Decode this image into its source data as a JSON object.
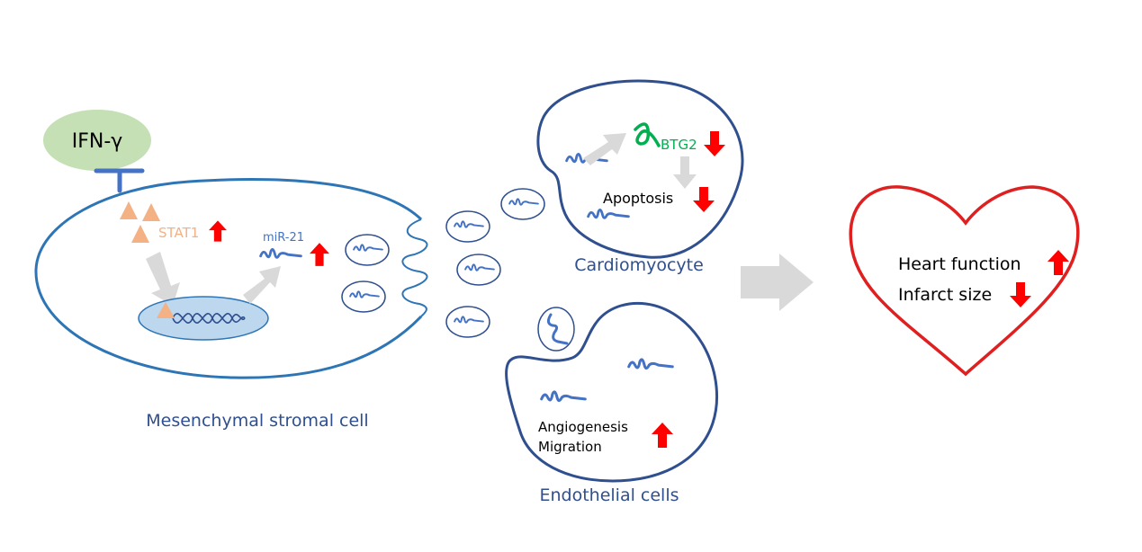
{
  "ifn": "IFN-γ",
  "stat1": "STAT1",
  "mir21": "miR-21",
  "btg2": "BTG2",
  "apoptosis": "Apoptosis",
  "angiogenesis": "Angiogenesis",
  "migration": "Migration",
  "msc": "Mesenchymal stromal cell",
  "cardiomyocyte": "Cardiomyocyte",
  "endothelial": "Endothelial cells",
  "heart_function": "Heart function",
  "infarct_size": "Infarct size",
  "colors": {
    "cell_outline": "#2e75b6",
    "dark_outline": "#2f4f8f",
    "mirna": "#4472c4",
    "ifn_fill": "#c5e0b4",
    "stat1": "#f4b183",
    "btg2": "#00b050",
    "up_arrow": "#ff0000",
    "gray_arrow": "#d9d9d9",
    "heart": "#e02020",
    "nucleus": "#bdd7ee"
  }
}
